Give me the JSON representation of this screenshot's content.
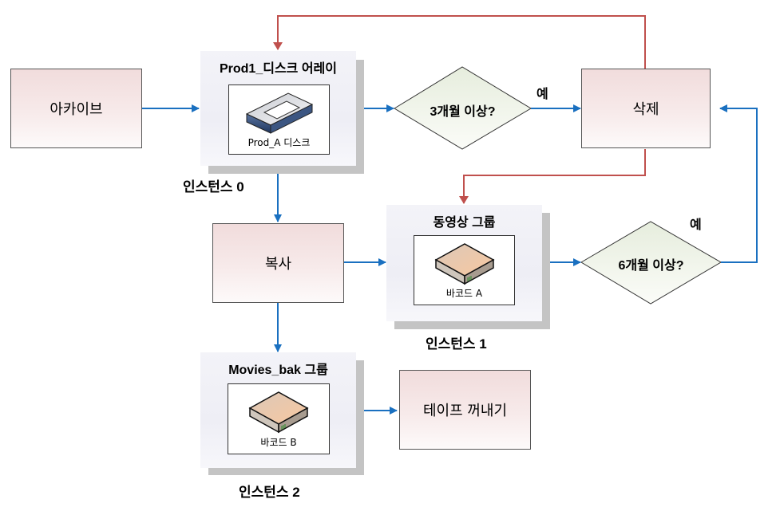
{
  "diagram": {
    "type": "flowchart",
    "colors": {
      "flow_arrow": "#1a70c0",
      "loop_arrow": "#c0504d",
      "process_fill_top": "#f1dcdc",
      "decision_fill": "#eef3e6",
      "group_fill": "#eeeef5",
      "group_shadow": "#c4c4c4"
    },
    "processes": {
      "archive": "아카이브",
      "copy": "복사",
      "delete": "삭제",
      "eject_tape": "테이프 꺼내기"
    },
    "decisions": {
      "three_months": "3개월 이상?",
      "six_months": "6개월 이상?"
    },
    "yes_labels": {
      "three_months_yes": "예",
      "six_months_yes": "예"
    },
    "groups": {
      "prod": {
        "title": "Prod1_디스크 어레이",
        "device_label": "Prod_A 디스크",
        "instance": "인스턴스 0",
        "icon": "disk-array-icon"
      },
      "video": {
        "title": "동영상 그룹",
        "device_label": "바코드 A",
        "instance": "인스턴스 1",
        "icon": "tape-media-icon"
      },
      "movies_bak": {
        "title": "Movies_bak 그룹",
        "device_label": "바코드 B",
        "instance": "인스턴스 2",
        "icon": "tape-media-icon"
      }
    },
    "edges": [
      {
        "from": "아카이브",
        "to": "Prod1_디스크 어레이",
        "color": "flow"
      },
      {
        "from": "Prod1_디스크 어레이",
        "to": "3개월 이상?",
        "color": "flow"
      },
      {
        "from": "3개월 이상?",
        "to": "삭제",
        "label": "예",
        "color": "flow"
      },
      {
        "from": "삭제",
        "to": "Prod1_디스크 어레이",
        "color": "loop"
      },
      {
        "from": "삭제",
        "to": "동영상 그룹",
        "color": "loop"
      },
      {
        "from": "Prod1_디스크 어레이",
        "to": "복사",
        "color": "flow"
      },
      {
        "from": "복사",
        "to": "동영상 그룹",
        "color": "flow"
      },
      {
        "from": "복사",
        "to": "Movies_bak 그룹",
        "color": "flow"
      },
      {
        "from": "동영상 그룹",
        "to": "6개월 이상?",
        "color": "flow"
      },
      {
        "from": "6개월 이상?",
        "to": "삭제",
        "label": "예",
        "color": "flow"
      },
      {
        "from": "Movies_bak 그룹",
        "to": "테이프 꺼내기",
        "color": "flow"
      }
    ]
  }
}
